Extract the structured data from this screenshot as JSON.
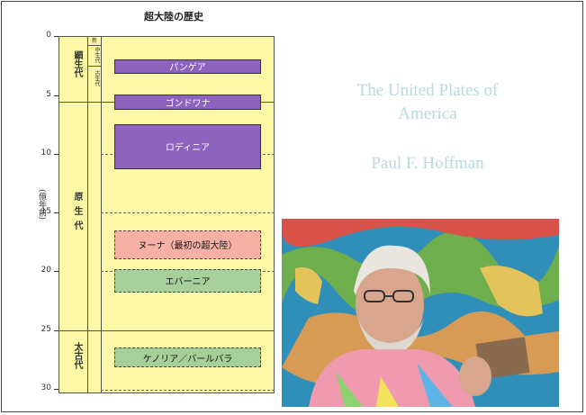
{
  "chart_title": "超大陸の歴史",
  "axis_unit": "(億年前)",
  "y_ticks": [
    "0",
    "5",
    "10",
    "15",
    "20",
    "25",
    "30"
  ],
  "eras": {
    "phanerozoic": "顕生代",
    "proterozoic": "原生代",
    "archean": "太古代",
    "cenozoic": "新",
    "mesozoic": "中生代",
    "paleozoic": "古生代"
  },
  "chart_data": {
    "type": "timeline",
    "y_axis": {
      "label": "(億年前)",
      "range": [
        0,
        30
      ],
      "ticks": [
        0,
        5,
        10,
        15,
        20,
        25,
        30
      ]
    },
    "supercontinents": [
      {
        "name": "パンゲア",
        "start": 2.0,
        "end": 3.2,
        "style": "solid",
        "color": "#8e63bd"
      },
      {
        "name": "ゴンドワナ",
        "start": 5.0,
        "end": 6.3,
        "style": "solid",
        "color": "#8e63bd"
      },
      {
        "name": "ロディニア",
        "start": 7.5,
        "end": 11.3,
        "style": "solid",
        "color": "#8e63bd"
      },
      {
        "name": "ヌーナ（最初の超大陸）",
        "start": 16.5,
        "end": 19.0,
        "style": "dashed",
        "color": "#f7b0a6"
      },
      {
        "name": "エバーニア",
        "start": 19.8,
        "end": 21.8,
        "style": "dashed",
        "color": "#a6cf9a"
      },
      {
        "name": "ケノリア／バールバラ",
        "start": 26.5,
        "end": 28.2,
        "style": "dashed",
        "color": "#a6cf9a"
      }
    ]
  },
  "right_panel": {
    "title_line1": "The United Plates of",
    "title_line2": "America",
    "author": "Paul F. Hoffman"
  }
}
